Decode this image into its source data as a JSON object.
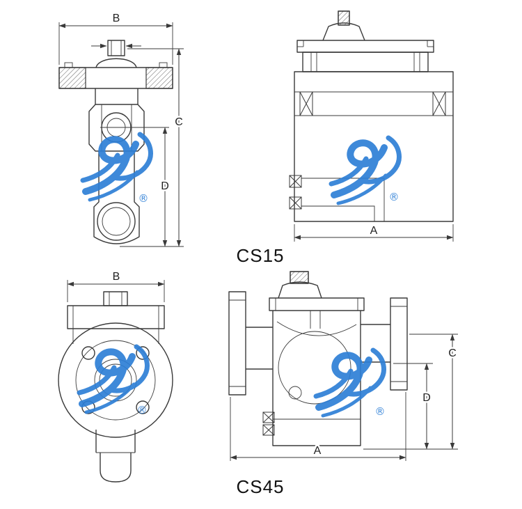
{
  "page": {
    "background": "#ffffff",
    "line_color": "#3a3a3a"
  },
  "drawing": {
    "models": {
      "top": {
        "label": "CS15"
      },
      "bottom": {
        "label": "CS45"
      }
    },
    "dims": {
      "A": "A",
      "B": "B",
      "C": "C",
      "D": "D"
    },
    "watermark": {
      "registered": "®",
      "color": "#2e7fd6"
    }
  }
}
